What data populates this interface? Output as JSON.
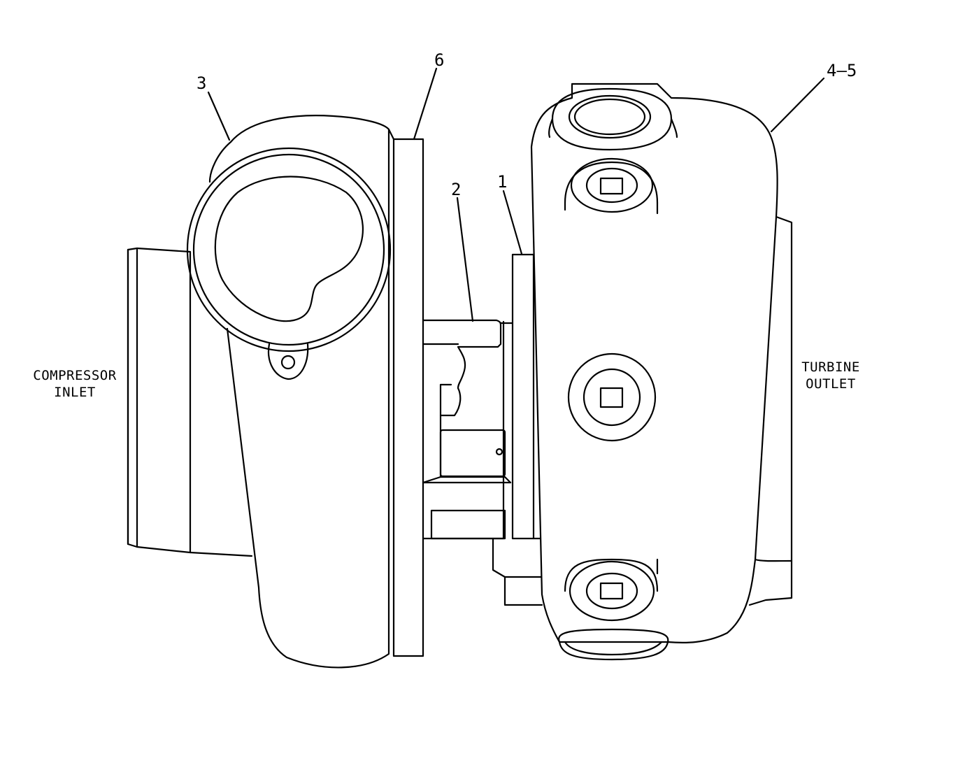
{
  "callouts": {
    "c1": "1",
    "c2": "2",
    "c3": "3",
    "c45": "4–5",
    "c6": "6"
  },
  "captions": {
    "compressor_line1": "COMPRESSOR",
    "compressor_line2": "INLET",
    "turbine_line1": "TURBINE",
    "turbine_line2": "OUTLET"
  },
  "colors": {
    "line": "#000000",
    "background": "#ffffff"
  }
}
